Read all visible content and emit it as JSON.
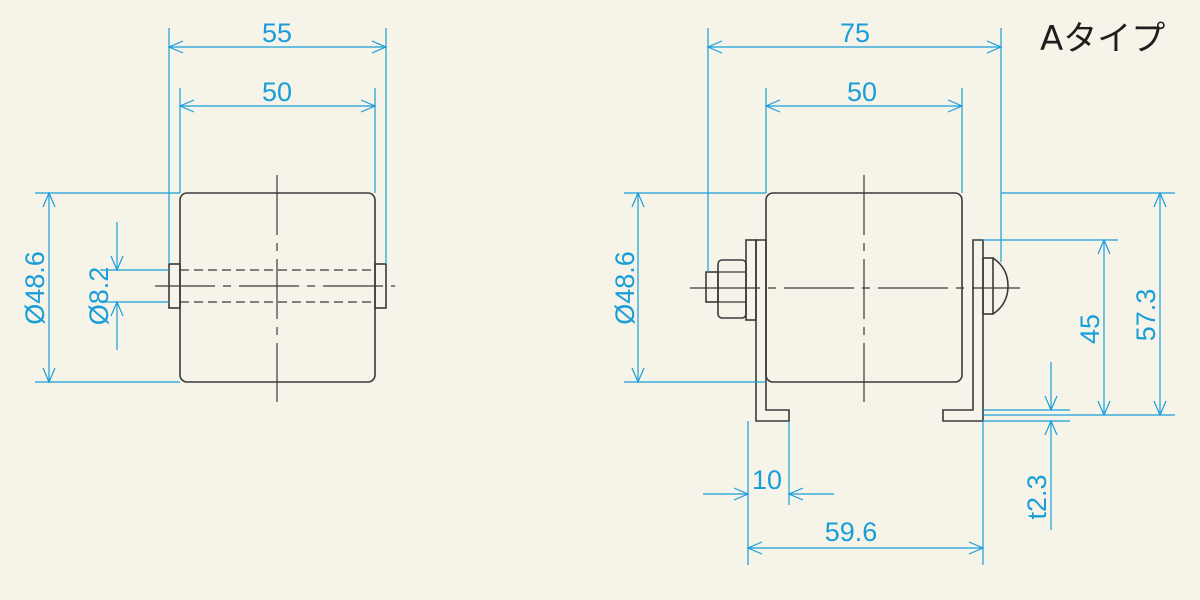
{
  "title": "Aタイプ",
  "colors": {
    "background": "#f6f3e9",
    "dimension": "#1a9ed9",
    "outline": "#3a3a3a"
  },
  "views": {
    "left": {
      "overall_width": "55",
      "roller_width": "50",
      "roller_diameter": "Ø48.6",
      "shaft_diameter": "Ø8.2"
    },
    "right": {
      "overall_width": "75",
      "roller_width": "50",
      "roller_diameter": "Ø48.6",
      "flange_width": "10",
      "base_length": "59.6",
      "thickness": "t2.3",
      "bracket_height": "45",
      "total_height": "57.3"
    }
  }
}
